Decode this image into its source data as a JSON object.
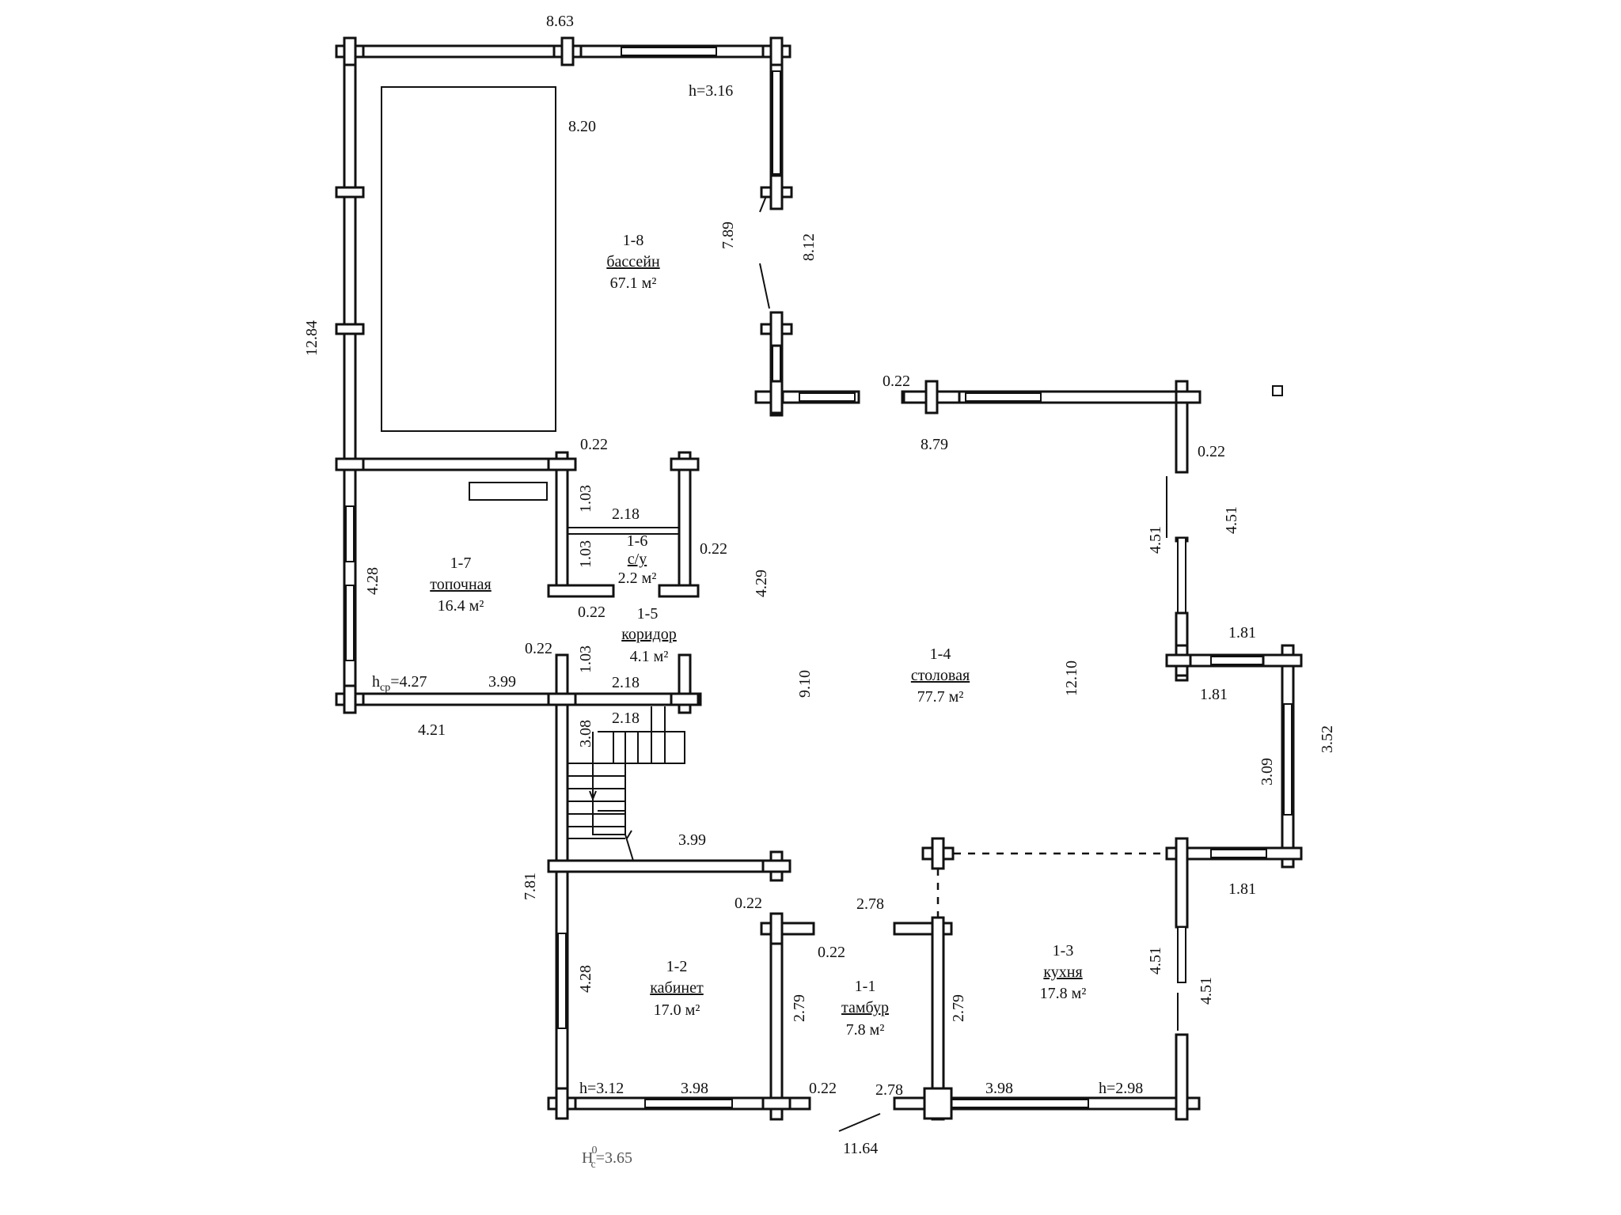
{
  "rooms": [
    {
      "id": "1-8",
      "name": "бассейн",
      "area": "67.1 м²"
    },
    {
      "id": "1-7",
      "name": "топочная",
      "area": "16.4 м²"
    },
    {
      "id": "1-6",
      "name": "с/у",
      "area": "2.2 м²"
    },
    {
      "id": "1-5",
      "name": "коридор",
      "area": "4.1 м²"
    },
    {
      "id": "1-4",
      "name": "столовая",
      "area": "77.7 м²"
    },
    {
      "id": "1-3",
      "name": "кухня",
      "area": "17.8 м²"
    },
    {
      "id": "1-2",
      "name": "кабинет",
      "area": "17.0 м²"
    },
    {
      "id": "1-1",
      "name": "тамбур",
      "area": "7.8 м²"
    }
  ],
  "heights": {
    "pool": "h=3.16",
    "boiler_prefix": "h",
    "boiler_sub": "ср",
    "boiler_value": "=4.27",
    "office": "h=3.12",
    "kitchen": "h=2.98",
    "bottom_prefix": "H",
    "bottom_sup": "0",
    "bottom_sub": "с",
    "bottom_value": "=3.65"
  },
  "dimensions": {
    "d_8_63": "8.63",
    "d_8_20": "8.20",
    "d_12_84": "12.84",
    "d_7_89": "7.89",
    "d_8_12": "8.12",
    "d_0_22_a": "0.22",
    "d_8_79": "8.79",
    "d_0_22_b": "0.22",
    "d_4_51_a": "4.51",
    "d_4_51_b": "4.51",
    "d_0_22_c": "0.22",
    "d_1_03_a": "1.03",
    "d_2_18_a": "2.18",
    "d_1_03_b": "1.03",
    "d_0_22_d": "0.22",
    "d_0_22_e": "0.22",
    "d_4_28_a": "4.28",
    "d_4_29": "4.29",
    "d_0_22_f": "0.22",
    "d_1_03_c": "1.03",
    "d_3_99_a": "3.99",
    "d_2_18_b": "2.18",
    "d_4_21": "4.21",
    "d_2_18_c": "2.18",
    "d_3_08": "3.08",
    "d_9_10": "9.10",
    "d_12_10": "12.10",
    "d_1_81_a": "1.81",
    "d_1_81_b": "1.81",
    "d_3_52": "3.52",
    "d_3_09": "3.09",
    "d_3_99_b": "3.99",
    "d_1_81_c": "1.81",
    "d_7_81": "7.81",
    "d_0_22_g": "0.22",
    "d_2_78_a": "2.78",
    "d_0_22_h": "0.22",
    "d_4_28_b": "4.28",
    "d_2_79_a": "2.79",
    "d_2_79_b": "2.79",
    "d_4_51_c": "4.51",
    "d_4_51_d": "4.51",
    "d_3_98_a": "3.98",
    "d_0_22_i": "0.22",
    "d_2_78_b": "2.78",
    "d_3_98_b": "3.98",
    "d_11_64": "11.64"
  }
}
